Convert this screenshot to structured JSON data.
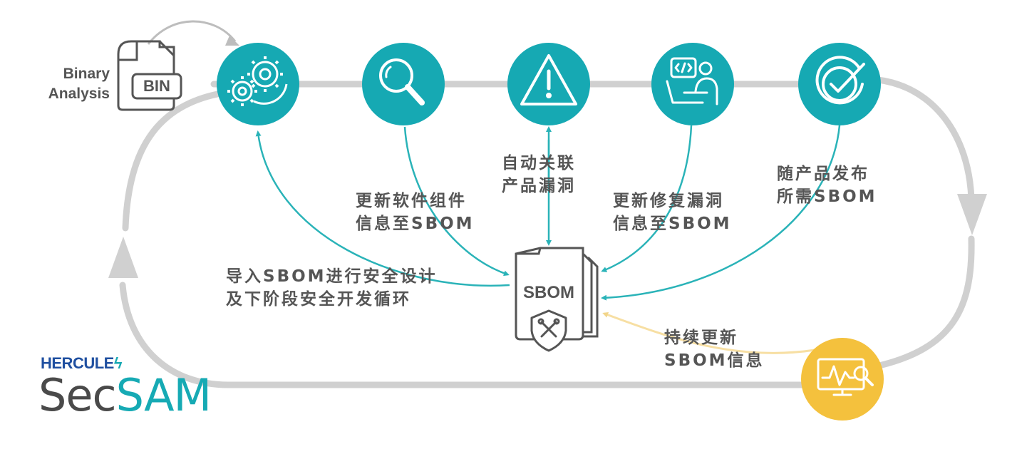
{
  "input": {
    "label_line1": "Binary",
    "label_line2": "Analysis",
    "file_tag": "BIN"
  },
  "steps": [
    {
      "icon": "gears-icon",
      "label_lines": [
        "导入SBOM进行安全设计",
        "及下阶段安全开发循环"
      ]
    },
    {
      "icon": "magnifier-icon",
      "label_lines": [
        "更新软件组件",
        "信息至SBOM"
      ]
    },
    {
      "icon": "warning-icon",
      "label_lines": [
        "自动关联",
        "产品漏洞"
      ]
    },
    {
      "icon": "developer-icon",
      "label_lines": [
        "更新修复漏洞",
        "信息至SBOM"
      ]
    },
    {
      "icon": "checkmark-icon",
      "label_lines": [
        "随产品发布",
        "所需SBOM"
      ]
    }
  ],
  "center": {
    "doc_label": "SBOM"
  },
  "monitor": {
    "icon": "monitor-analytics-icon",
    "label_lines": [
      "持续更新",
      "SBOM信息"
    ]
  },
  "brand": {
    "top": "HERCULE",
    "main_left": "Sec",
    "main_right": "SAM"
  },
  "colors": {
    "teal": "#16a9b3",
    "arrow_teal": "#2ab3b8",
    "gray_track": "#d0d0d0",
    "yellow": "#f4c13d",
    "yellow_line": "#f7dfa3",
    "text": "#555555"
  }
}
